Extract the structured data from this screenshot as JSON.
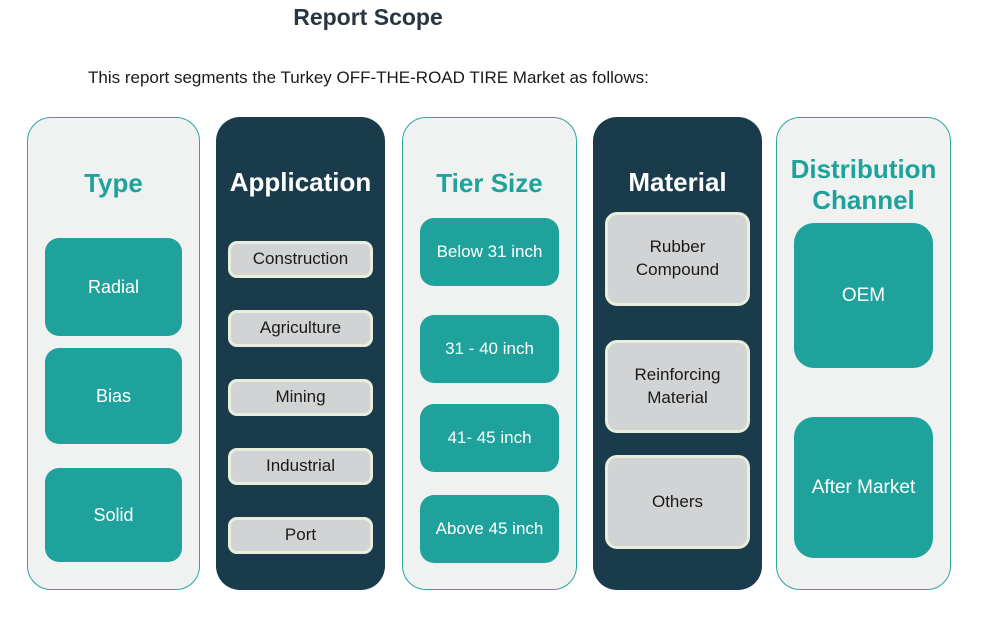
{
  "page": {
    "title": "Report Scope",
    "subtitle": "This report segments the Turkey OFF-THE-ROAD TIRE Market as follows:"
  },
  "colors": {
    "teal": "#20A29C",
    "dark-panel": "#1A3B4B",
    "light-panel": "#F0F1F1",
    "panel-border": "#2BA5A0",
    "gray-item": "#D1D3D4",
    "gray-item-border": "#E9EEDC",
    "title-text": "#2B3542",
    "body-text": "#1A1A1A",
    "white": "#FFFFFF"
  },
  "columns": [
    {
      "header": "Type",
      "style": "light",
      "items": [
        "Radial",
        "Bias",
        "Solid"
      ]
    },
    {
      "header": "Application",
      "style": "dark",
      "items": [
        "Construction",
        "Agriculture",
        "Mining",
        "Industrial",
        "Port"
      ]
    },
    {
      "header": "Tier Size",
      "style": "light",
      "items": [
        "Below 31 inch",
        "31 - 40 inch",
        "41- 45 inch",
        "Above 45 inch"
      ]
    },
    {
      "header": "Material",
      "style": "dark",
      "items": [
        "Rubber Compound",
        "Reinforcing Material",
        "Others"
      ]
    },
    {
      "header": "Distribution Channel",
      "style": "light",
      "items": [
        "OEM",
        "After Market"
      ]
    }
  ]
}
